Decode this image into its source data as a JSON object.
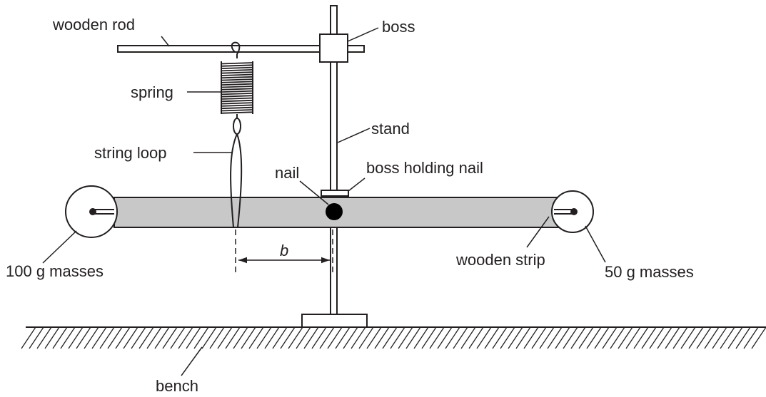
{
  "labels": {
    "wooden_rod": "wooden rod",
    "boss": "boss",
    "spring": "spring",
    "stand": "stand",
    "string_loop": "string loop",
    "nail": "nail",
    "boss_holding_nail": "boss holding nail",
    "mass_100": "100 g masses",
    "b": "b",
    "wooden_strip": "wooden strip",
    "mass_50": "50 g masses",
    "bench": "bench"
  },
  "colors": {
    "line": "#231f20",
    "strip_fill": "#c8c8c8",
    "nail_fill": "#000000",
    "background": "#ffffff"
  }
}
